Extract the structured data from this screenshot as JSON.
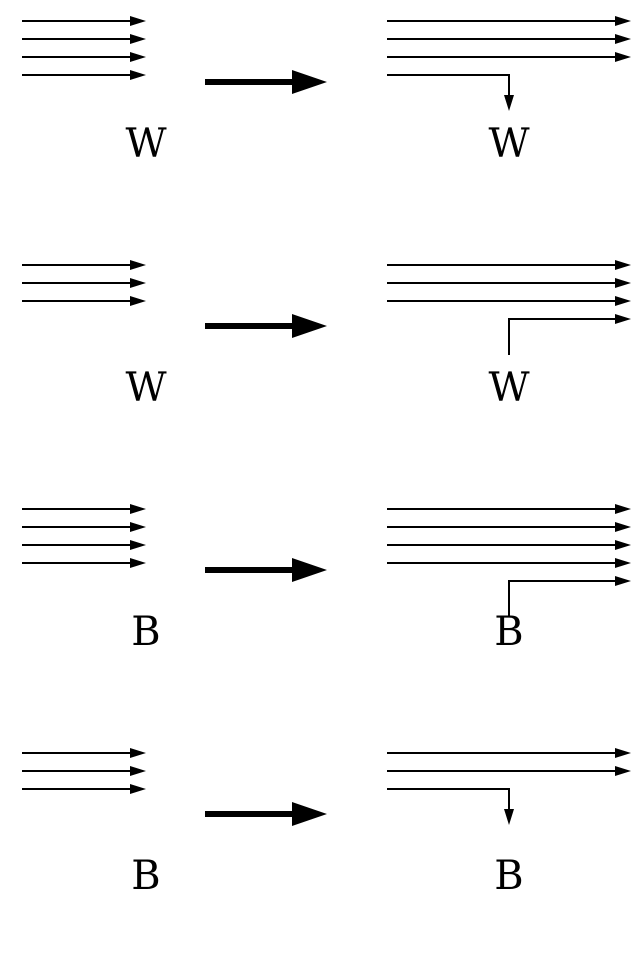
{
  "diagram": {
    "rows": [
      {
        "left_label": "W",
        "right_label": "W",
        "left_arrows": 4,
        "right_straight_arrows": 3,
        "right_special": "turn-down"
      },
      {
        "left_label": "W",
        "right_label": "W",
        "left_arrows": 3,
        "right_straight_arrows": 3,
        "right_special": "rise-right"
      },
      {
        "left_label": "B",
        "right_label": "B",
        "left_arrows": 4,
        "right_straight_arrows": 4,
        "right_special": "rise-right"
      },
      {
        "left_label": "B",
        "right_label": "B",
        "left_arrows": 3,
        "right_straight_arrows": 2,
        "right_special": "turn-down"
      }
    ],
    "colors": {
      "stroke": "#000000",
      "background": "#ffffff"
    }
  }
}
